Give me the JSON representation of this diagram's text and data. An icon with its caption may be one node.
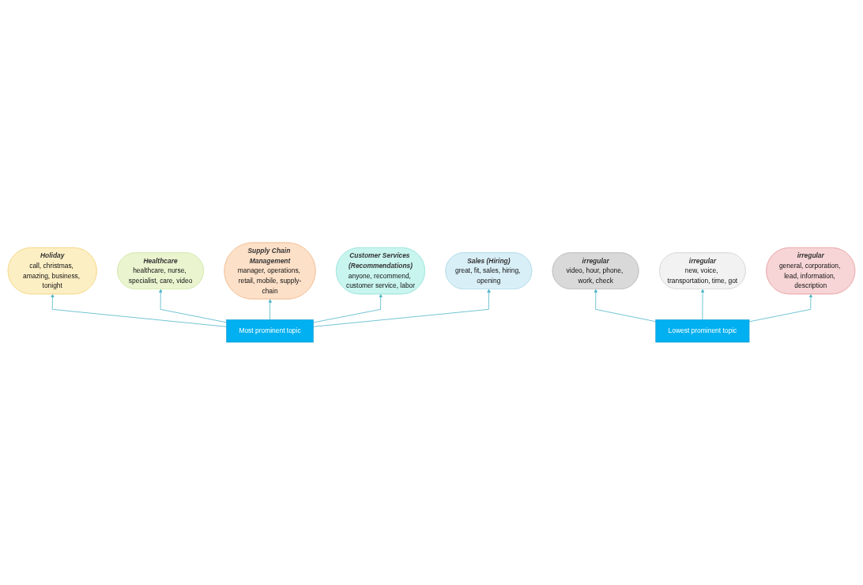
{
  "diagram": {
    "nodes": [
      {
        "text": [
          "Holiday",
          "call, christmas, amazing, business, tonight"
        ]
      },
      {
        "text": [
          "Healthcare",
          "healthcare, nurse, specialist, care, video"
        ]
      },
      {
        "text": [
          "Supply Chain Management",
          "manager, operations, retail, mobile, supply-chain"
        ]
      },
      {
        "text": [
          "Customer Services (Recommendations)",
          "anyone, recommend, customer service, labor"
        ]
      },
      {
        "text": [
          "Most prominent topic"
        ]
      },
      {
        "text": [
          "Sales (Hiring)",
          "great, fit, sales, hiring, opening"
        ]
      },
      {
        "text": [
          "irregular",
          "video, hour, phone, work, check"
        ]
      },
      {
        "text": [
          "irregular",
          "new, voice, transportation, time, got"
        ]
      },
      {
        "text": [
          "irregular",
          "general, corporation, lead, information, description"
        ]
      },
      {
        "text": [
          "Lowest prominent topic"
        ]
      }
    ],
    "edges": [
      {
        "from": 4,
        "to": 0,
        "arrow": "to"
      },
      {
        "from": 4,
        "to": 1,
        "arrow": "to"
      },
      {
        "from": 4,
        "to": 2,
        "arrow": "to"
      },
      {
        "from": 4,
        "to": 3,
        "arrow": "to"
      },
      {
        "from": 4,
        "to": 5,
        "arrow": "to"
      },
      {
        "from": 9,
        "to": 6,
        "arrow": "to"
      },
      {
        "from": 9,
        "to": 7,
        "arrow": "to"
      },
      {
        "from": 9,
        "to": 8,
        "arrow": "to"
      }
    ]
  }
}
